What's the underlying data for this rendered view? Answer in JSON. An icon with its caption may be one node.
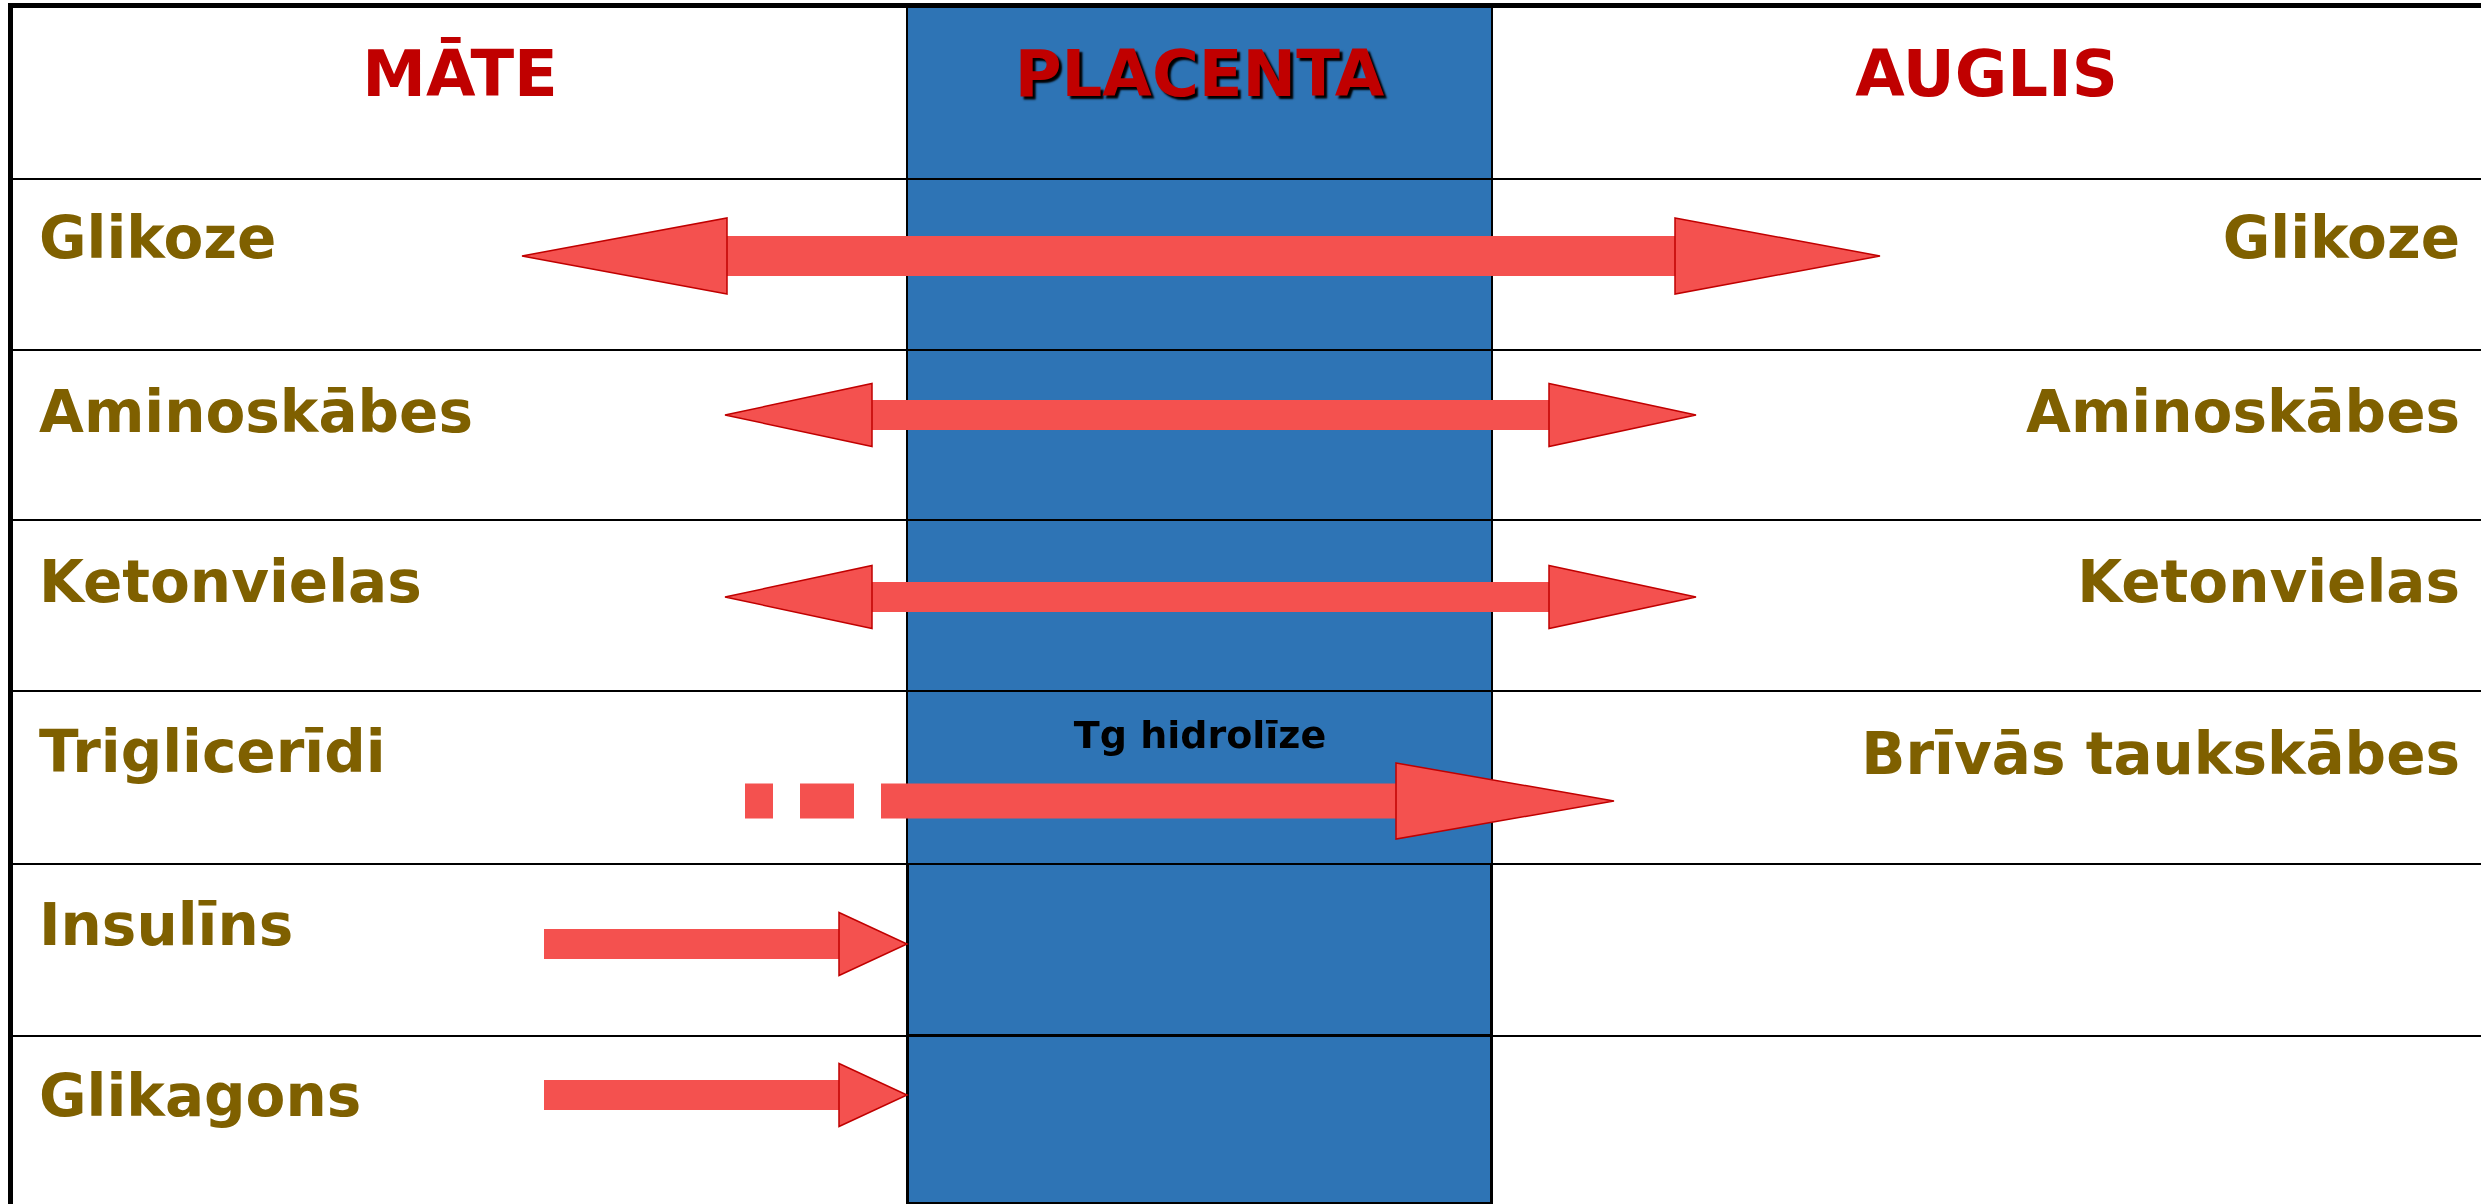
{
  "diagram": {
    "nodes": [
      {
        "text": [
          "MĀTE"
        ]
      },
      {
        "text": [
          "PLACENTA"
        ]
      },
      {
        "text": [
          "AUGLIS"
        ]
      },
      {
        "text": [
          "Glikoze"
        ]
      },
      {
        "text": [
          "Glikoze"
        ]
      },
      {
        "text": [
          "Aminoskābes"
        ]
      },
      {
        "text": [
          "Aminoskābes"
        ]
      },
      {
        "text": [
          "Ketonvielas"
        ]
      },
      {
        "text": [
          "Ketonvielas"
        ]
      },
      {
        "text": [
          "Triglicerīdi"
        ]
      },
      {
        "text": [
          "Brīvās taukskābes"
        ]
      },
      {
        "text": [
          "Insulīns"
        ]
      },
      {
        "text": [],
        "shape": "box"
      },
      {
        "text": [
          "Glikagons"
        ]
      },
      {
        "text": [],
        "shape": "box"
      }
    ],
    "edges": [
      {
        "from": 3,
        "to": 4,
        "arrow": "both"
      },
      {
        "from": 5,
        "to": 6,
        "arrow": "both"
      },
      {
        "from": 7,
        "to": 8,
        "arrow": "both"
      },
      {
        "from": 9,
        "to": 10,
        "arrow": "to",
        "label": "Tg hidrolīze",
        "style": "dashed"
      },
      {
        "from": 11,
        "to": 12,
        "arrow": "to"
      },
      {
        "from": 13,
        "to": 14,
        "arrow": "to"
      }
    ]
  }
}
